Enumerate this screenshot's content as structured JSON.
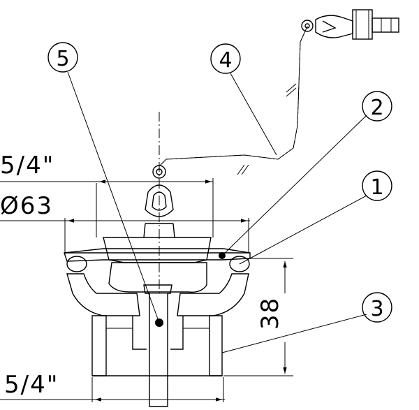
{
  "dimensions": {
    "thread_top": "5/4\"",
    "diameter": "Ø63",
    "height": "38",
    "thread_bottom": "5/4\""
  },
  "callouts": [
    {
      "number": "1"
    },
    {
      "number": "2"
    },
    {
      "number": "3"
    },
    {
      "number": "4"
    },
    {
      "number": "5"
    }
  ]
}
